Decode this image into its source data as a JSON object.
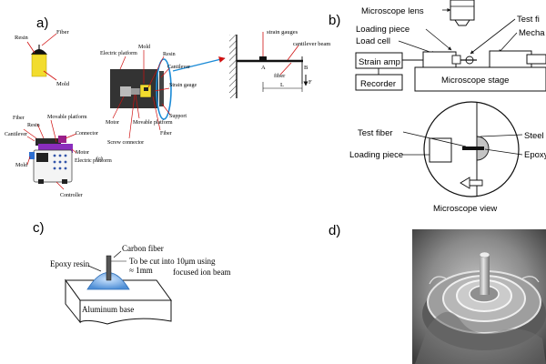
{
  "panels": {
    "a": {
      "letter": "a)",
      "mold": {
        "resin": "Resin",
        "fiber": "Fiber",
        "mold": "Mold"
      },
      "device": {
        "fiber": "Fiber",
        "resin": "Resin",
        "cantilever": "Cantilever",
        "movable_platform": "Movable platform",
        "connector": "Connector",
        "motor": "Motor",
        "mold": "Mold",
        "electric_platform": "Electric platform",
        "controller": "Controller",
        "sub": "(c)"
      },
      "top": {
        "electric_platform": "Electric platform",
        "mold": "Mold",
        "resin": "Resin",
        "cantilever": "Cantilever",
        "strain_gauge": "Strain gauge",
        "support": "Support",
        "fiber": "Fiber",
        "motor": "Motor",
        "movable_platform": "Movable platform",
        "screw_connector": "Screw connector"
      },
      "beam": {
        "strain_gauges": "strain gauges",
        "cantilever_beam": "cantilever beam",
        "a": "A",
        "b": "B",
        "f": "F",
        "fiber": "fiber",
        "l": "L"
      }
    },
    "b": {
      "letter": "b)",
      "setup": {
        "microscope_lens": "Microscope lens",
        "loading_piece": "Loading piece",
        "load_cell": "Load cell",
        "test_fiber": "Test fi",
        "mechanical": "Mecha",
        "strain_amp": "Strain amp",
        "recorder": "Recorder",
        "microscope_stage": "Microscope stage"
      },
      "view": {
        "test_fiber": "Test fiber",
        "loading_piece": "Loading piece",
        "steel": "Steel",
        "epoxy": "Epoxy",
        "caption": "Microscope view"
      }
    },
    "c": {
      "letter": "c)",
      "carbon_fiber": "Carbon fiber",
      "epoxy_resin": "Epoxy resin",
      "cut_line1": "To be cut into 10μm using",
      "cut_line2": "focused ion beam",
      "approx": "≈ 1mm",
      "base": "Aluminum base"
    },
    "d": {
      "letter": "d)"
    }
  }
}
